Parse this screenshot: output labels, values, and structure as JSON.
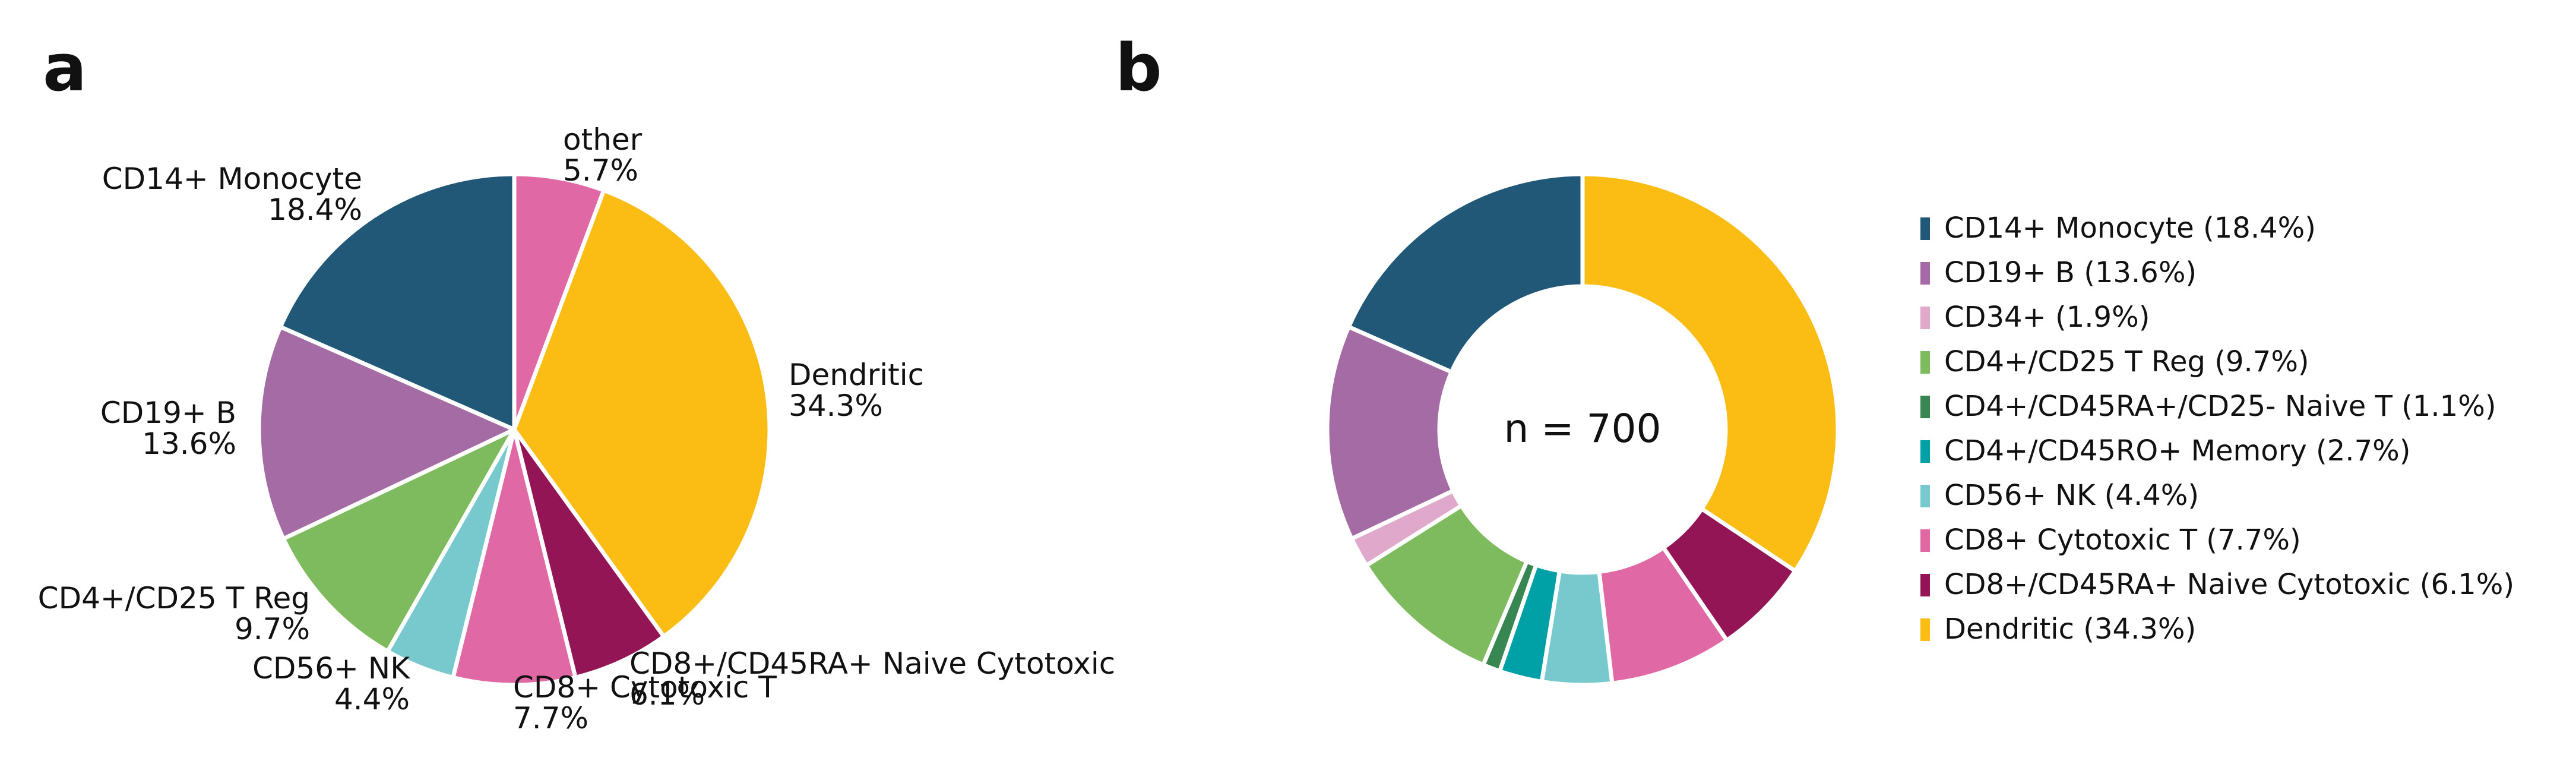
{
  "panel_a_letter": "a",
  "panel_b_letter": "b",
  "colors": {
    "CD14+ Monocyte": "#215878",
    "CD19+ B": "#a46ba4",
    "CD34+": "#e0a9cb",
    "CD4+/CD25 T Reg": "#7eba5e",
    "CD4+/CD45RA+/CD25- Naive T": "#388651",
    "CD4+/CD45RO+ Memory": "#00a0a7",
    "CD56+ NK": "#77c9ce",
    "CD8+ Cytotoxic T": "#e068a4",
    "CD8+/CD45RA+ Naive Cytotoxic": "#931556",
    "Dendritic": "#fbbc13",
    "other": "#e068a4"
  },
  "chart_data": [
    {
      "type": "pie",
      "panel": "a",
      "start": "12 o'clock",
      "direction": "clockwise",
      "slices": [
        {
          "label": "other",
          "pct_label": "5.7%",
          "value": 5.7
        },
        {
          "label": "Dendritic",
          "pct_label": "34.3%",
          "value": 34.3
        },
        {
          "label": "CD8+/CD45RA+ Naive Cytotoxic",
          "pct_label": "6.1%",
          "value": 6.1
        },
        {
          "label": "CD8+ Cytotoxic T",
          "pct_label": "7.7%",
          "value": 7.7
        },
        {
          "label": "CD56+ NK",
          "pct_label": "4.4%",
          "value": 4.4
        },
        {
          "label": "CD4+/CD25 T Reg",
          "pct_label": "9.7%",
          "value": 9.7
        },
        {
          "label": "CD19+ B",
          "pct_label": "13.6%",
          "value": 13.6
        },
        {
          "label": "CD14+ Monocyte",
          "pct_label": "18.4%",
          "value": 18.4
        }
      ]
    },
    {
      "type": "pie",
      "subtype": "donut",
      "panel": "b",
      "center_label": "n = 700",
      "start": "12 o'clock",
      "direction": "counterclockwise",
      "legend_position": "right",
      "slices": [
        {
          "label": "CD14+ Monocyte",
          "value": 18.4,
          "legend": "CD14+ Monocyte  (18.4%)"
        },
        {
          "label": "CD19+ B",
          "value": 13.6,
          "legend": "CD19+ B  (13.6%)"
        },
        {
          "label": "CD34+",
          "value": 1.9,
          "legend": "CD34+  (1.9%)"
        },
        {
          "label": "CD4+/CD25 T Reg",
          "value": 9.7,
          "legend": "CD4+/CD25 T Reg  (9.7%)"
        },
        {
          "label": "CD4+/CD45RA+/CD25- Naive T",
          "value": 1.1,
          "legend": "CD4+/CD45RA+/CD25- Naive T  (1.1%)"
        },
        {
          "label": "CD4+/CD45RO+ Memory",
          "value": 2.7,
          "legend": "CD4+/CD45RO+ Memory  (2.7%)"
        },
        {
          "label": "CD56+ NK",
          "value": 4.4,
          "legend": "CD56+ NK  (4.4%)"
        },
        {
          "label": "CD8+ Cytotoxic T",
          "value": 7.7,
          "legend": "CD8+ Cytotoxic T  (7.7%)"
        },
        {
          "label": "CD8+/CD45RA+ Naive Cytotoxic",
          "value": 6.1,
          "legend": "CD8+/CD45RA+ Naive Cytotoxic  (6.1%)"
        },
        {
          "label": "Dendritic",
          "value": 34.3,
          "legend": "Dendritic  (34.3%)"
        }
      ]
    }
  ]
}
